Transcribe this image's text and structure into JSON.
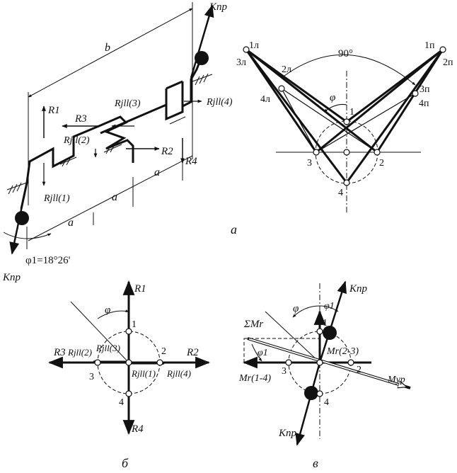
{
  "figure": {
    "panel_labels": {
      "a": "а",
      "b": "б",
      "v": "в"
    },
    "panel_a_3d": {
      "b": "b",
      "a1": "a",
      "a2": "a",
      "a3": "a",
      "K_top": "Kпр",
      "K_bottom": "Kпр",
      "R1": "R1",
      "R2": "R2",
      "R3": "R3",
      "R4": "R4",
      "Rj1": "Rjll(1)",
      "Rj2": "Rjll(2)",
      "Rj3": "Rjll(3)",
      "Rj4": "Rjll(4)",
      "phi1": "φ1=18°26'"
    },
    "panel_a_view": {
      "angle": "90°",
      "phi": "φ",
      "left_labels": [
        "1л",
        "2л",
        "3л",
        "4л"
      ],
      "right_labels": [
        "1п",
        "2п",
        "3п",
        "4п"
      ],
      "node_labels": [
        "1",
        "2",
        "3",
        "4"
      ]
    },
    "panel_b": {
      "phi": "φ",
      "R1": "R1",
      "R2": "R2",
      "R3": "R3",
      "R4": "R4",
      "Rj1": "Rjll(1)",
      "Rj2": "Rjll(2)",
      "Rj3": "Rjll(3)",
      "Rj4": "Rjll(4)",
      "nodes": [
        "1",
        "2",
        "3",
        "4"
      ]
    },
    "panel_v": {
      "phi": "φ",
      "phi1_top": "φ1",
      "phi1_left": "φ1",
      "sum": "ΣMr",
      "K_top": "Kпр",
      "K_bottom": "Kпр",
      "M23": "Mr(2-3)",
      "M14": "Mr(1-4)",
      "Mur": "Mур",
      "nodes": [
        "1",
        "2",
        "3",
        "4"
      ]
    }
  }
}
